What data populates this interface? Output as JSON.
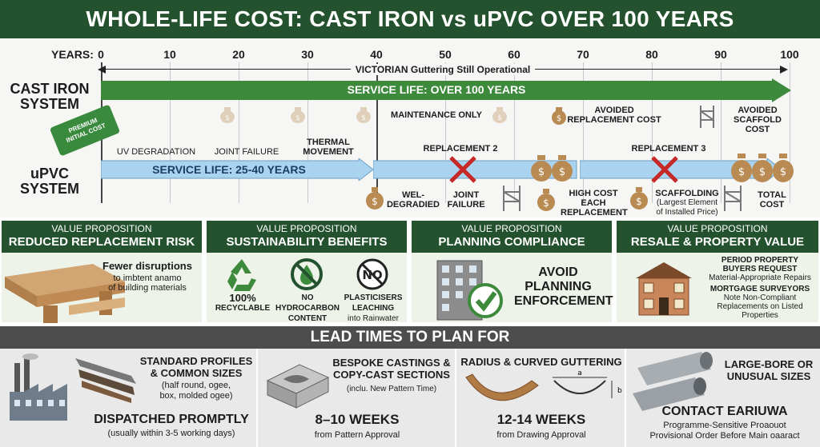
{
  "title": "WHOLE-LIFE COST: CAST IRON vs uPVC OVER 100 YEARS",
  "timeline": {
    "years_label": "YEARS:",
    "ticks": [
      "0",
      "10",
      "20",
      "30",
      "40",
      "50",
      "60",
      "70",
      "80",
      "90",
      "100"
    ],
    "victorian_label": "VICTORIAN Guttering Still Operational",
    "cast_iron": {
      "label_line1": "CAST IRON",
      "label_line2": "SYSTEM",
      "service_life": "SERVICE LIFE: OVER 100 YEARS",
      "premium_tag_line1": "PREMIUM",
      "premium_tag_line2": "INITIAL COST",
      "maintenance": "MAINTENANCE ONLY",
      "avoided_replacement_line1": "AVOIDED",
      "avoided_replacement_line2": "REPLACEMENT COST",
      "avoided_scaffold_line1": "AVOIDED",
      "avoided_scaffold_line2": "SCAFFOLD COST"
    },
    "upvc": {
      "label_line1": "uPVC",
      "label_line2": "SYSTEM",
      "uv": "UV DEGRADATION",
      "joint": "JOINT FAILURE",
      "thermal_line1": "THERMAL",
      "thermal_line2": "MOVEMENT",
      "service_life": "SERVICE LIFE: 25-40 YEARS",
      "replacement2": "REPLACEMENT 2",
      "replacement3": "REPLACEMENT 3",
      "wel_line1": "WEL-",
      "wel_line2": "DEGRADIED",
      "joint_failure_line1": "JOINT",
      "joint_failure_line2": "FAILURE",
      "high_cost_line1": "HIGH COST",
      "high_cost_line2": "EACH",
      "high_cost_line3": "REPLACEMENT",
      "scaffolding": "SCAFFOLDING",
      "scaffolding_note1": "(Largest Element",
      "scaffolding_note2": "of Installed Price)",
      "total_line1": "TOTAL",
      "total_line2": "COST"
    }
  },
  "value_props": [
    {
      "kicker": "VALUE PROPOSITION",
      "title": "REDUCED REPLACEMENT RISK",
      "line1": "Fewer disruptions",
      "line2": "to imbtent anamo",
      "line3": "of building materials"
    },
    {
      "kicker": "VALUE PROPOSITION",
      "title": "SUSTAINABILITY BENEFITS",
      "recyclable_pct": "100%",
      "recyclable": "RECYCLABLE",
      "no_hc_1": "NO",
      "no_hc_2": "HYDROCARBON",
      "no_hc_3": "CONTENT",
      "no_icon": "NO",
      "plast_1": "PLASTICISERS",
      "plast_2": "LEACHING",
      "plast_3": "into Rainwater"
    },
    {
      "kicker": "VALUE PROPOSITION",
      "title": "PLANNING COMPLIANCE",
      "line1": "AVOID",
      "line2": "PLANNING",
      "line3": "ENFORCEMENT"
    },
    {
      "kicker": "VALUE PROPOSITION",
      "title": "RESALE & PROPERTY VALUE",
      "l1": "PERIOD PROPERTY",
      "l2": "BUYERS REQUEST",
      "l3": "Material-Appropriate Repairs",
      "l4": "MORTGAGE SURVEYORS",
      "l5": "Note Non-Compliant",
      "l6": "Replacements on Listed",
      "l7": "Properties"
    }
  ],
  "lead": {
    "title": "LEAD TIMES TO PLAN FOR",
    "cards": [
      {
        "h1": "STANDARD PROFILES",
        "h2": "& COMMON SIZES",
        "s1": "(half round, ogee,",
        "s2": "box, molded ogee)",
        "big": "DISPATCHED PROMPTLY",
        "sub": "(usually within 3-5 working days)"
      },
      {
        "h1": "BESPOKE CASTINGS &",
        "h2": "COPY-CAST SECTIONS",
        "s1": "(inclu. New Pattern Time)",
        "big": "8–10 WEEKS",
        "sub": "from Pattern Approval"
      },
      {
        "h1": "RADIUS & CURVED GUTTERING",
        "dim_a": "a",
        "dim_b": "b",
        "big": "12-14 WEEKS",
        "sub": "from Drawing Approval"
      },
      {
        "h1": "LARGE-BORE OR",
        "h2": "UNUSUAL SIZES",
        "big": "CONTACT EARIUWA",
        "sub1": "Programme-Sensitive Proaouot",
        "sub2": "Provisional Order Before Main oaaract"
      }
    ]
  },
  "colors": {
    "dark_green": "#24522e",
    "arrow_green": "#3d8a3d",
    "arrow_blue": "#a9d3ee",
    "red_cross": "#c62828",
    "bag": "#b98a52"
  }
}
